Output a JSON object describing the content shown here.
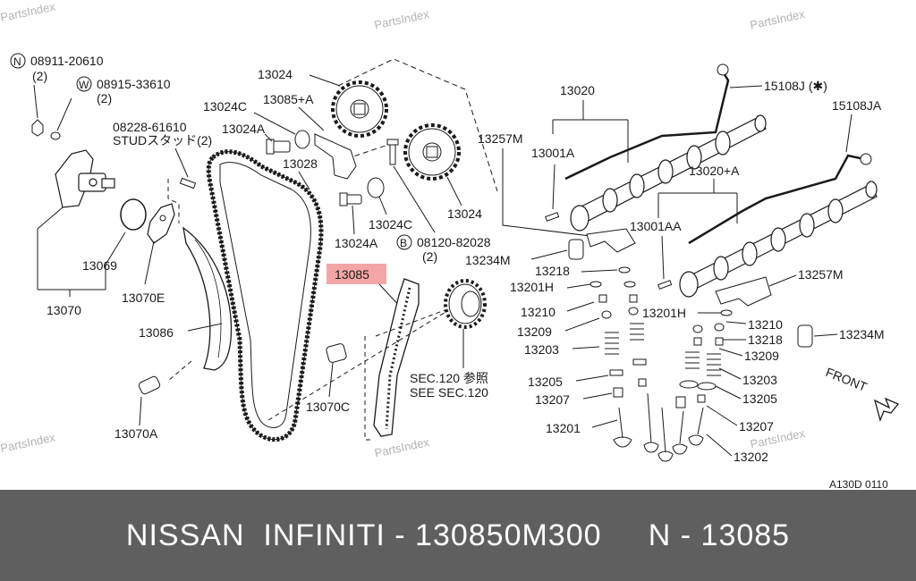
{
  "watermark": "PartsIndex",
  "highlight_label": "13085",
  "labels": {
    "bolt_n": "08911-20610",
    "bolt_n_qty": "(2)",
    "washer_w": "08915-33610",
    "washer_w_qty": "(2)",
    "stud": "08228-61610",
    "stud_jp": "STUDスタッド(2)",
    "l13024": "13024",
    "l13024c_top": "13024C",
    "l13085a": "13085+A",
    "l13024a_top": "13024A",
    "l13028": "13028",
    "l13024_lower": "13024",
    "l13024c_lower": "13024C",
    "l13024a_lower": "13024A",
    "bolt_b": "08120-82028",
    "bolt_b_qty": "(2)",
    "l13069": "13069",
    "l13070e": "13070E",
    "l13070": "13070",
    "l13086": "13086",
    "l13070a": "13070A",
    "l13070c": "13070C",
    "sec_jp": "SEC.120  参照",
    "sec_en": "SEE SEC.120",
    "l13020": "13020",
    "l13001a": "13001A",
    "l13257m_top": "13257M",
    "l15108j": "15108J (✱)",
    "l15108ja": "15108JA",
    "l13020a": "13020+A",
    "l13001aa": "13001AA",
    "l13234m_left": "13234M",
    "l13218_left": "13218",
    "l13201h_left": "13201H",
    "l13210_left": "13210",
    "l13209_left": "13209",
    "l13203_left": "13203",
    "l13205_left": "13205",
    "l13207_left": "13207",
    "l13201_left": "13201",
    "l13257m_right": "13257M",
    "l13201h_right": "13201H",
    "l13210_right": "13210",
    "l13218_right": "13218",
    "l13234m_right": "13234M",
    "l13209_right": "13209",
    "l13203_right": "13203",
    "l13205_right": "13205",
    "l13207_right": "13207",
    "l13202": "13202",
    "front": "FRONT",
    "code": "A130D 0110"
  },
  "symbols": {
    "n": "N",
    "w": "W",
    "b": "B"
  },
  "footer": {
    "text": "NISSAN  INFINITI - 130850M300     N - 13085",
    "background": "#5f5f5f",
    "color": "#ffffff"
  },
  "highlight_color": "#f4a6a6"
}
